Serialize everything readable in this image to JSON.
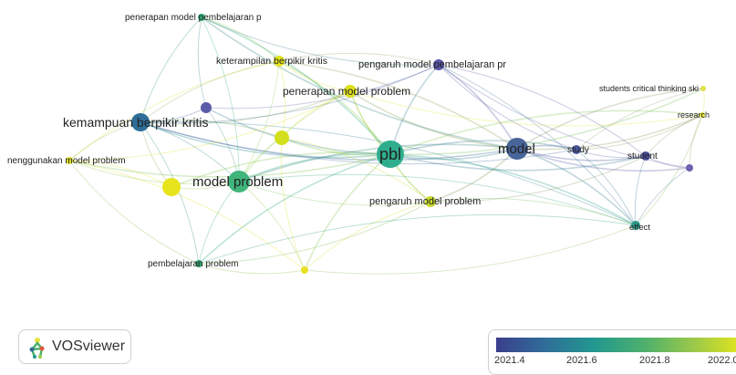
{
  "network": {
    "nodes": [
      {
        "id": "penerapan-model-pembelajaran-p",
        "label": "penerapan model pembelajaran p",
        "color": "#33b07a"
      },
      {
        "id": "keterampilan-berpikir-kritis",
        "label": "keterampilan berpikir kritis",
        "color": "#e2e41e"
      },
      {
        "id": "pengaruh-model-pembelajaran-pr",
        "label": "pengaruh model pembelajaran pr",
        "color": "#5a56a8"
      },
      {
        "id": "students-critical-thinking-ski",
        "label": "students critical thinking ski",
        "color": "#dfe14a"
      },
      {
        "id": "penerapan-model-problem",
        "label": "penerapan model problem",
        "color": "#dde01c"
      },
      {
        "id": "research",
        "label": "research",
        "color": "#e6e43a"
      },
      {
        "id": "kemampuan-berpikir-kritis",
        "label": "kemampuan berpikir kritis",
        "color": "#2f6e98"
      },
      {
        "id": "pbl",
        "label": "pbl",
        "color": "#2fae8e"
      },
      {
        "id": "model",
        "label": "model",
        "color": "#48659a"
      },
      {
        "id": "study",
        "label": "study",
        "color": "#4c5aa0"
      },
      {
        "id": "student",
        "label": "student",
        "color": "#4b4f9c"
      },
      {
        "id": "menggunakan-model-problem",
        "label": "nenggunakan model problem",
        "color": "#dfe02a"
      },
      {
        "id": "model-problem",
        "label": "model problem",
        "color": "#3fb47b"
      },
      {
        "id": "pengaruh-model-problem",
        "label": "pengaruh model problem",
        "color": "#c7d92b"
      },
      {
        "id": "effect",
        "label": "effect",
        "color": "#2c9a88"
      },
      {
        "id": "pembelajaran-problem",
        "label": "pembelajaran problem",
        "color": "#2ea46f"
      },
      {
        "id": "unlabeled-purple",
        "label": "",
        "color": "#5b5ba8"
      },
      {
        "id": "unlabeled-yellow-1",
        "label": "",
        "color": "#d3df1d"
      },
      {
        "id": "unlabeled-yellow-2",
        "label": "",
        "color": "#e8e41c"
      },
      {
        "id": "unlabeled-yellow-3",
        "label": "",
        "color": "#e8e022"
      },
      {
        "id": "unlabeled-right",
        "label": "",
        "color": "#6a62b0"
      }
    ],
    "edges": [
      [
        "pbl",
        "model"
      ],
      [
        "pbl",
        "kemampuan-berpikir-kritis"
      ],
      [
        "pbl",
        "model-problem"
      ],
      [
        "pbl",
        "penerapan-model-problem"
      ],
      [
        "pbl",
        "pengaruh-model-problem"
      ],
      [
        "pbl",
        "pengaruh-model-pembelajaran-pr"
      ],
      [
        "pbl",
        "keterampilan-berpikir-kritis"
      ],
      [
        "pbl",
        "study"
      ],
      [
        "pbl",
        "student"
      ],
      [
        "pbl",
        "effect"
      ],
      [
        "pbl",
        "pembelajaran-problem"
      ],
      [
        "pbl",
        "menggunakan-model-problem"
      ],
      [
        "pbl",
        "penerapan-model-pembelajaran-p"
      ],
      [
        "pbl",
        "unlabeled-yellow-1"
      ],
      [
        "pbl",
        "unlabeled-yellow-2"
      ],
      [
        "pbl",
        "unlabeled-purple"
      ],
      [
        "pbl",
        "unlabeled-yellow-3"
      ],
      [
        "pbl",
        "research"
      ],
      [
        "pbl",
        "students-critical-thinking-ski"
      ],
      [
        "model",
        "study"
      ],
      [
        "model",
        "student"
      ],
      [
        "model",
        "effect"
      ],
      [
        "model",
        "research"
      ],
      [
        "model",
        "students-critical-thinking-ski"
      ],
      [
        "model",
        "pengaruh-model-pembelajaran-pr"
      ],
      [
        "model",
        "kemampuan-berpikir-kritis"
      ],
      [
        "model",
        "model-problem"
      ],
      [
        "model",
        "pengaruh-model-problem"
      ],
      [
        "model",
        "unlabeled-right"
      ],
      [
        "model",
        "penerapan-model-problem"
      ],
      [
        "model",
        "keterampilan-berpikir-kritis"
      ],
      [
        "model",
        "penerapan-model-pembelajaran-p"
      ],
      [
        "study",
        "student"
      ],
      [
        "study",
        "effect"
      ],
      [
        "study",
        "research"
      ],
      [
        "study",
        "students-critical-thinking-ski"
      ],
      [
        "student",
        "unlabeled-right"
      ],
      [
        "student",
        "research"
      ],
      [
        "student",
        "effect"
      ],
      [
        "kemampuan-berpikir-kritis",
        "model-problem"
      ],
      [
        "kemampuan-berpikir-kritis",
        "menggunakan-model-problem"
      ],
      [
        "kemampuan-berpikir-kritis",
        "penerapan-model-pembelajaran-p"
      ],
      [
        "kemampuan-berpikir-kritis",
        "unlabeled-purple"
      ],
      [
        "kemampuan-berpikir-kritis",
        "unlabeled-yellow-1"
      ],
      [
        "kemampuan-berpikir-kritis",
        "unlabeled-yellow-2"
      ],
      [
        "kemampuan-berpikir-kritis",
        "pembelajaran-problem"
      ],
      [
        "kemampuan-berpikir-kritis",
        "penerapan-model-problem"
      ],
      [
        "kemampuan-berpikir-kritis",
        "keterampilan-berpikir-kritis"
      ],
      [
        "kemampuan-berpikir-kritis",
        "pengaruh-model-pembelajaran-pr"
      ],
      [
        "kemampuan-berpikir-kritis",
        "effect"
      ],
      [
        "kemampuan-berpikir-kritis",
        "study"
      ],
      [
        "model-problem",
        "unlabeled-yellow-2"
      ],
      [
        "model-problem",
        "pembelajaran-problem"
      ],
      [
        "model-problem",
        "menggunakan-model-problem"
      ],
      [
        "model-problem",
        "pengaruh-model-problem"
      ],
      [
        "model-problem",
        "unlabeled-yellow-3"
      ],
      [
        "model-problem",
        "penerapan-model-pembelajaran-p"
      ],
      [
        "model-problem",
        "unlabeled-yellow-1"
      ],
      [
        "model-problem",
        "unlabeled-purple"
      ],
      [
        "model-problem",
        "effect"
      ],
      [
        "model-problem",
        "keterampilan-berpikir-kritis"
      ],
      [
        "model-problem",
        "penerapan-model-problem"
      ],
      [
        "penerapan-model-pembelajaran-p",
        "pengaruh-model-pembelajaran-pr"
      ],
      [
        "penerapan-model-pembelajaran-p",
        "keterampilan-berpikir-kritis"
      ],
      [
        "penerapan-model-pembelajaran-p",
        "unlabeled-purple"
      ],
      [
        "pengaruh-model-pembelajaran-pr",
        "unlabeled-purple"
      ],
      [
        "pengaruh-model-pembelajaran-pr",
        "study"
      ],
      [
        "pengaruh-model-pembelajaran-pr",
        "student"
      ],
      [
        "pengaruh-model-pembelajaran-pr",
        "unlabeled-right"
      ],
      [
        "pengaruh-model-pembelajaran-pr",
        "effect"
      ],
      [
        "pengaruh-model-pembelajaran-pr",
        "keterampilan-berpikir-kritis"
      ],
      [
        "pengaruh-model-problem",
        "effect"
      ],
      [
        "pengaruh-model-problem",
        "unlabeled-yellow-3"
      ],
      [
        "pengaruh-model-problem",
        "pembelajaran-problem"
      ],
      [
        "pengaruh-model-problem",
        "unlabeled-yellow-1"
      ],
      [
        "pengaruh-model-problem",
        "penerapan-model-problem"
      ],
      [
        "pengaruh-model-problem",
        "student"
      ],
      [
        "penerapan-model-problem",
        "keterampilan-berpikir-kritis"
      ],
      [
        "penerapan-model-problem",
        "unlabeled-yellow-1"
      ],
      [
        "penerapan-model-problem",
        "menggunakan-model-problem"
      ],
      [
        "penerapan-model-problem",
        "research"
      ],
      [
        "keterampilan-berpikir-kritis",
        "unlabeled-yellow-1"
      ],
      [
        "keterampilan-berpikir-kritis",
        "menggunakan-model-problem"
      ],
      [
        "menggunakan-model-problem",
        "unlabeled-yellow-2"
      ],
      [
        "menggunakan-model-problem",
        "pembelajaran-problem"
      ],
      [
        "menggunakan-model-problem",
        "unlabeled-yellow-3"
      ],
      [
        "pembelajaran-problem",
        "unlabeled-yellow-3"
      ],
      [
        "pembelajaran-problem",
        "effect"
      ],
      [
        "unlabeled-yellow-3",
        "effect"
      ],
      [
        "unlabeled-yellow-3",
        "unlabeled-yellow-1"
      ],
      [
        "effect",
        "research"
      ],
      [
        "effect",
        "unlabeled-right"
      ],
      [
        "research",
        "students-critical-thinking-ski"
      ],
      [
        "unlabeled-right",
        "research"
      ]
    ]
  },
  "logo": {
    "text": "VOSviewer"
  },
  "legend": {
    "ticks": [
      "2021.4",
      "2021.6",
      "2021.8",
      "2022.0"
    ],
    "colors": [
      "#3b3e8c",
      "#2f6e98",
      "#22988f",
      "#4db06d",
      "#9ac84a",
      "#e4e61e"
    ]
  }
}
